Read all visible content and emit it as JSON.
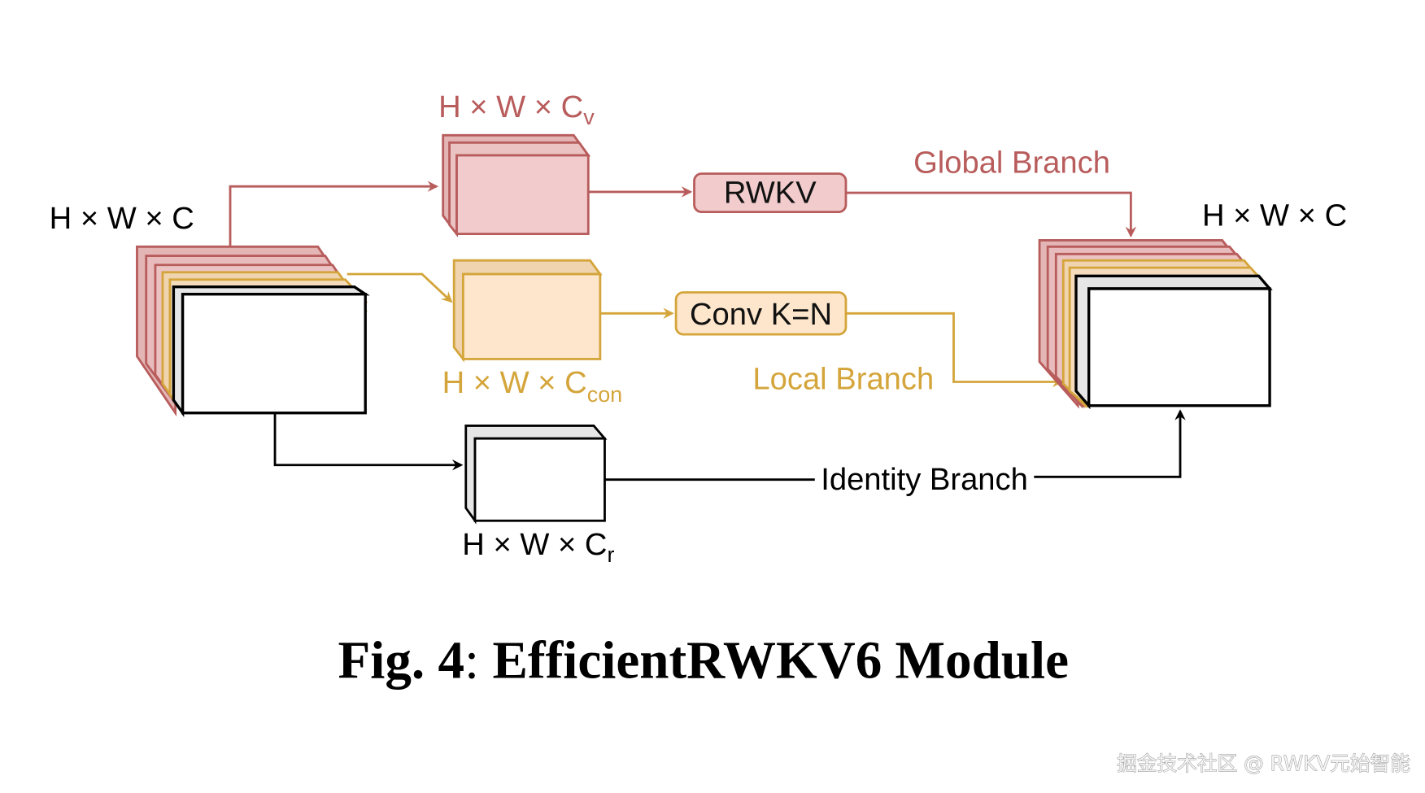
{
  "figure": {
    "caption_bold_prefix": "Fig. 4",
    "caption_separator": ":",
    "caption_title": "EfficientRWKV6 Module"
  },
  "colors": {
    "global": "#b85c5c",
    "global_fill": "#f2cccc",
    "global_side": "#e3b5b5",
    "local": "#d4a53a",
    "local_fill": "#fde6cc",
    "local_side": "#f0d4b0",
    "identity": "#000000",
    "identity_fill": "#ffffff",
    "identity_side": "#e6e6e6"
  },
  "tensors": {
    "input": {
      "label": "H × W × C"
    },
    "global": {
      "label_main": "H × W × C",
      "label_sub": "v"
    },
    "local": {
      "label_main": "H × W × C",
      "label_sub": "con"
    },
    "identity": {
      "label_main": "H × W × C",
      "label_sub": "r"
    },
    "output": {
      "label": "H × W × C"
    }
  },
  "operations": {
    "rwkv": "RWKV",
    "conv": "Conv K=N"
  },
  "branches": {
    "global": "Global Branch",
    "local": "Local Branch",
    "identity": "Identity Branch"
  },
  "watermark": "掘金技术社区 @ RWKV元始智能"
}
